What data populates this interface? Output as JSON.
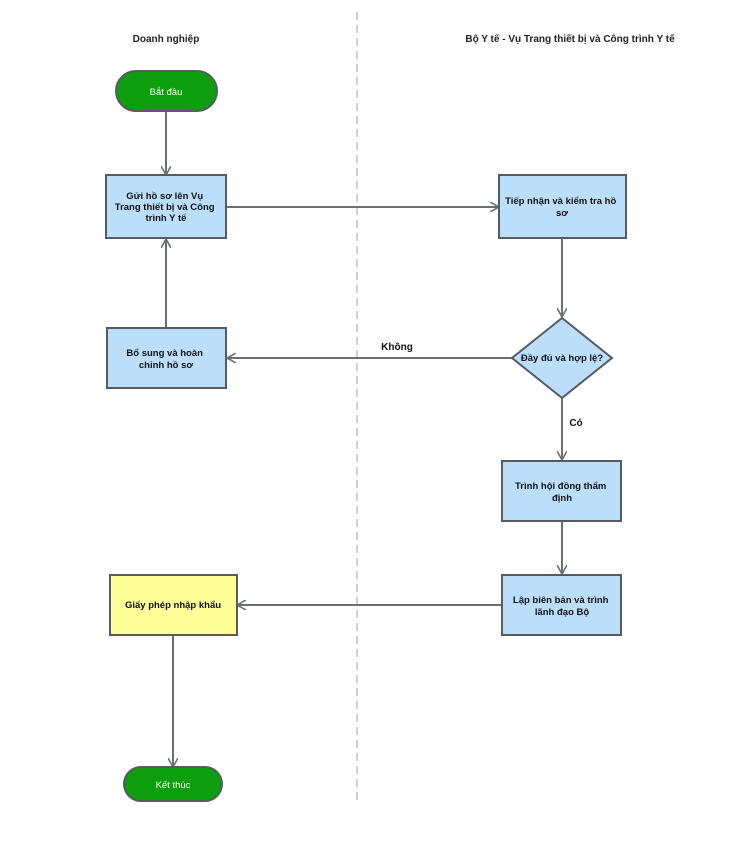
{
  "lanes": {
    "left_title": "Doanh nghiệp",
    "right_title": "Bộ Y tế - Vụ Trang thiết bị và Công trình Y tế"
  },
  "nodes": {
    "start": "Bắt đầu",
    "submit": [
      "Gửi hồ sơ lên Vụ",
      "Trang thiết bị và Công",
      "trình Y tế"
    ],
    "receive": [
      "Tiếp nhận và kiểm tra hồ",
      "sơ"
    ],
    "decision": "Đầy đủ và hợp lệ?",
    "supplement": [
      "Bổ sung và hoàn",
      "chỉnh hồ sơ"
    ],
    "council": [
      "Trình hội đồng thẩm",
      "định"
    ],
    "report": [
      "Lập biên bản và trình",
      "lãnh đạo Bộ"
    ],
    "license": "Giấy phép nhập khẩu",
    "end": "Kết thúc"
  },
  "edge_labels": {
    "no": "Không",
    "yes": "Có"
  },
  "colors": {
    "terminal": "#0c9e0c",
    "process": "#bbdefb",
    "output": "#ffff99",
    "stroke": "#555b60"
  }
}
